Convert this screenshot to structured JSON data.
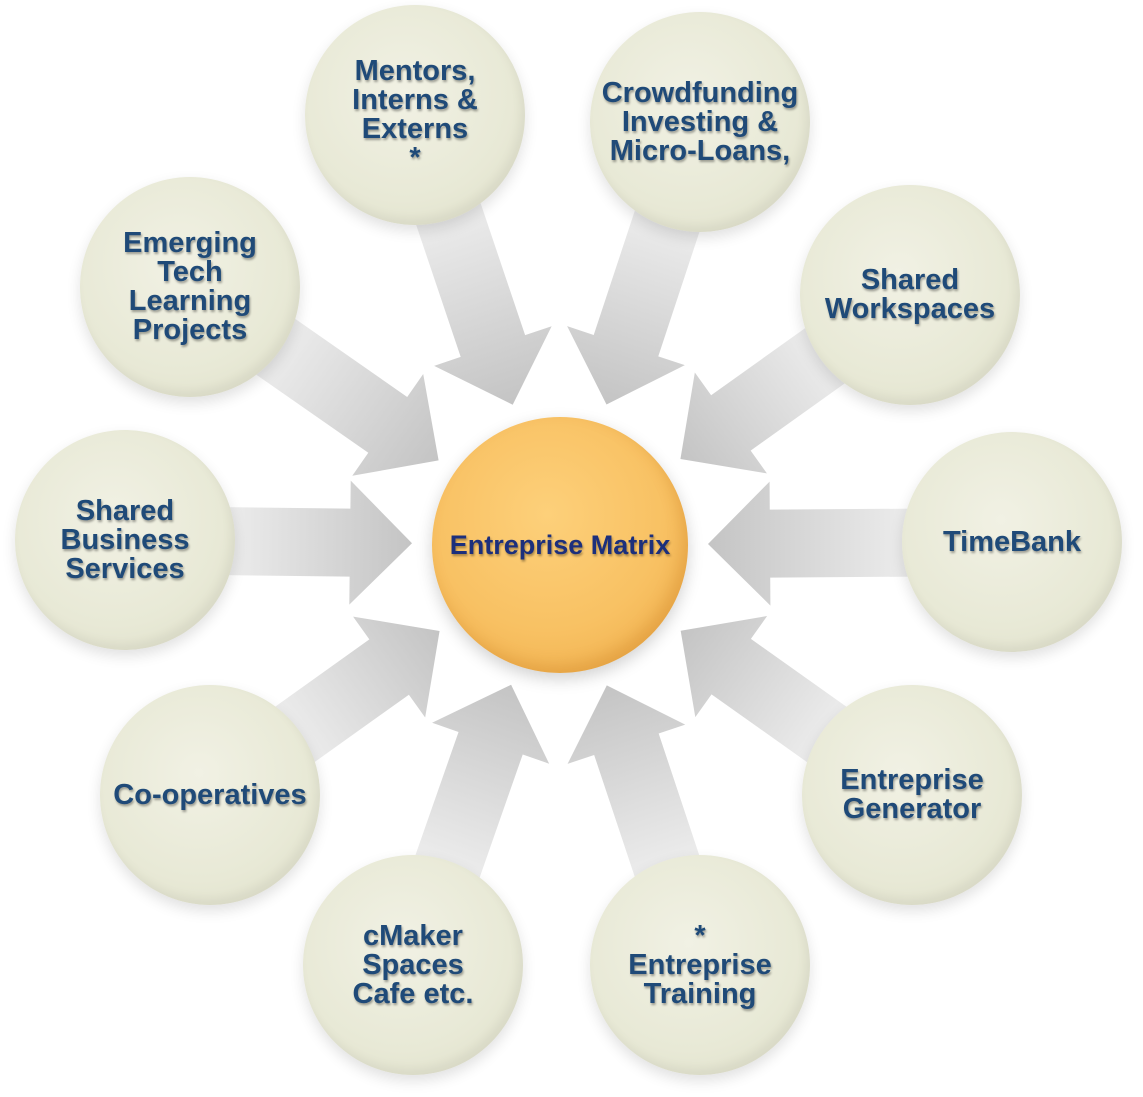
{
  "center": {
    "lines": [
      "Entreprise Matrix"
    ]
  },
  "nodes": [
    {
      "id": "mentors",
      "lines": [
        "Mentors,",
        "Interns &",
        "Externs",
        "*"
      ]
    },
    {
      "id": "crowdfunding",
      "lines": [
        "Crowdfunding",
        "Investing &",
        "Micro-Loans,"
      ]
    },
    {
      "id": "emerging-tech",
      "lines": [
        "Emerging",
        "Tech",
        "Learning",
        "Projects"
      ]
    },
    {
      "id": "shared-workspaces",
      "lines": [
        "Shared",
        "Workspaces"
      ]
    },
    {
      "id": "shared-business-services",
      "lines": [
        "Shared",
        "Business",
        "Services"
      ]
    },
    {
      "id": "timebank",
      "lines": [
        "TimeBank"
      ]
    },
    {
      "id": "co-operatives",
      "lines": [
        "Co-operatives"
      ]
    },
    {
      "id": "entreprise-generator",
      "lines": [
        "Entreprise",
        "Generator"
      ]
    },
    {
      "id": "cmaker-spaces",
      "lines": [
        "cMaker",
        "Spaces",
        "Cafe etc."
      ]
    },
    {
      "id": "entreprise-training",
      "lines": [
        "*",
        "Entreprise",
        "Training"
      ]
    }
  ],
  "colors": {
    "node": "#e8e9d6",
    "center": "#f8c163",
    "text": "#1f4a78",
    "center_text": "#1c2f7c",
    "arrow": "#cfcfcf"
  }
}
